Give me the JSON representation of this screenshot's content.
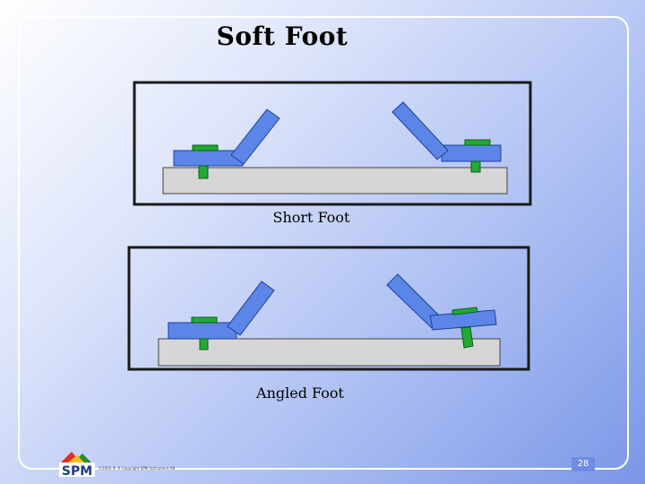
{
  "slide": {
    "title": "Soft Foot",
    "page_number": "28"
  },
  "diagrams": [
    {
      "caption": "Short Foot"
    },
    {
      "caption": "Angled Foot"
    }
  ],
  "footer": {
    "logo_text": "SPM",
    "copyright": "©2003 ® ® Copyright SPM Instrument AB"
  },
  "colors": {
    "machine_blue": "#5b86e8",
    "base_gray": "#d6d6d6",
    "shim_green": "#22aa33",
    "frame_border": "#1a1a1a"
  }
}
